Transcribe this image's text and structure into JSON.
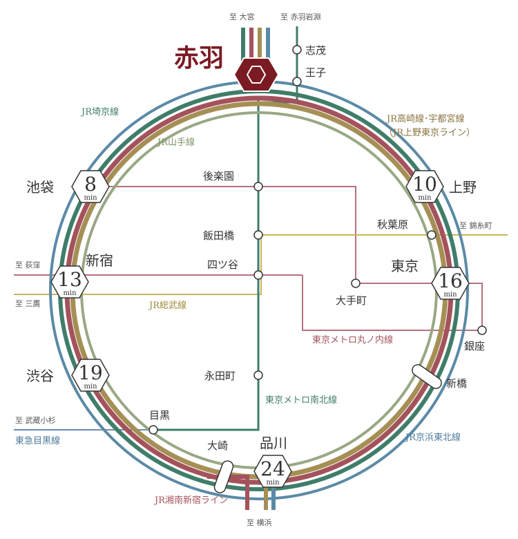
{
  "main_station": "赤羽",
  "directions": {
    "omiya": "至 大宮",
    "akabane_iwabuchi": "至 赤羽岩淵",
    "kinshicho": "至 錦糸町",
    "ogikubo": "至 荻窪",
    "mitaka": "至 三鷹",
    "musashikosugi": "至 武蔵小杉",
    "yokohama": "至 横浜"
  },
  "lines": {
    "saikyo": "JR埼京線",
    "yamanote": "JR山手線",
    "takasaki_utsunomiya": "JR高崎線･宇都宮線",
    "ueno_tokyo": "（JR上野東京ライン）",
    "sobu": "JR総武線",
    "marunouchi": "東京メトロ丸ノ内線",
    "namboku": "東京メトロ南北線",
    "keihin_tohoku": "JR京浜東北線",
    "shonan_shinjuku": "JR湘南新宿ライン",
    "toyoko": "東急目黒線"
  },
  "stations": {
    "shimo": "志茂",
    "oji": "王子",
    "korakuen": "後楽園",
    "iidabashi": "飯田橋",
    "yotsuya": "四ツ谷",
    "akihabara": "秋葉原",
    "otemachi": "大手町",
    "ginza": "銀座",
    "shinbashi": "新橋",
    "nagatacho": "永田町",
    "meguro": "目黒",
    "osaki": "大崎",
    "ikebukuro": "池袋",
    "shinjuku": "新宿",
    "shibuya": "渋谷",
    "ueno": "上野",
    "tokyo": "東京",
    "shinagawa": "品川"
  },
  "times": {
    "unit": "min",
    "ikebukuro": "8",
    "shinjuku": "13",
    "shibuya": "19",
    "ueno": "10",
    "tokyo": "16",
    "shinagawa": "24"
  },
  "colors": {
    "saikyo": "#3f7d6a",
    "shonan": "#a4525c",
    "yamanote": "#98a884",
    "takasaki": "#a58f55",
    "keihin": "#5b8aa6",
    "namboku": "#3f7d6a",
    "marunouchi": "#b5707d",
    "sobu": "#c8b55a",
    "toyoko": "#6a8db0",
    "main": "#7a1a22"
  }
}
